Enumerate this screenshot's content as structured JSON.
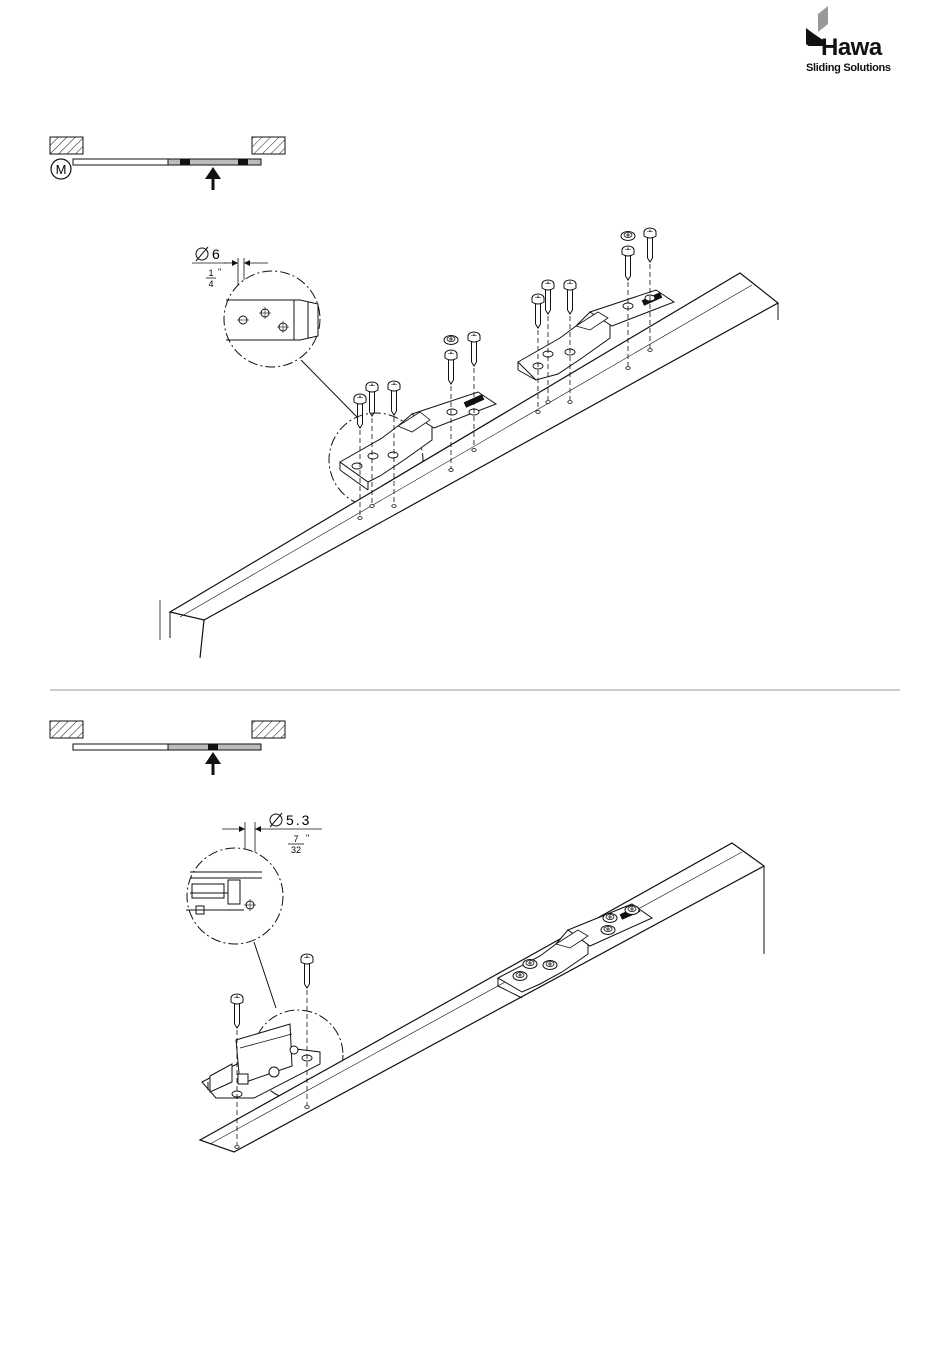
{
  "logo": {
    "name": "Hawa",
    "tagline": "Sliding Solutions",
    "brand_color": "#111111",
    "accent_color": "#999999"
  },
  "step1": {
    "marker": "M",
    "hole_diameter": "6",
    "hole_fraction_num": "1",
    "hole_fraction_den": "4",
    "inch_mark": "\""
  },
  "step2": {
    "hole_diameter": "5.3",
    "hole_fraction_num": "7",
    "hole_fraction_den": "32",
    "inch_mark": "\""
  },
  "symbols": {
    "diameter": "∅"
  }
}
